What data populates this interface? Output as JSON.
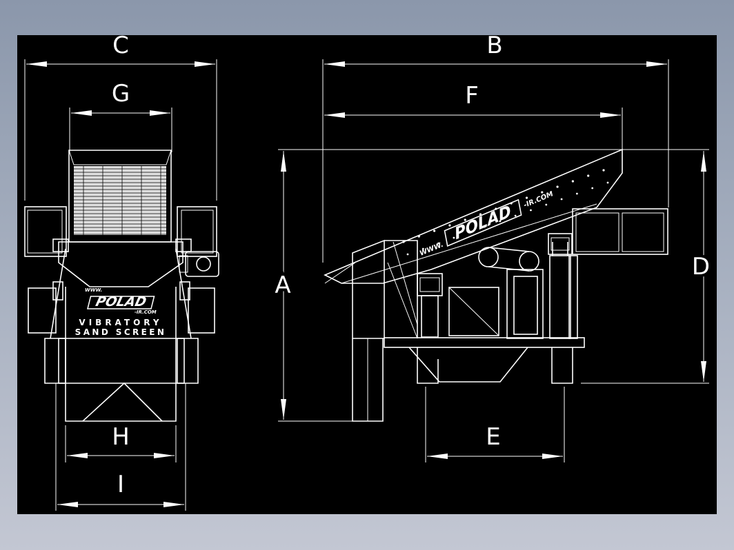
{
  "drawing": {
    "dimension_labels": {
      "C": "C",
      "G": "G",
      "H": "H",
      "I": "I",
      "B": "B",
      "F": "F",
      "A": "A",
      "D": "D",
      "E": "E"
    },
    "front_view": {
      "brand_prefix": "WWW.",
      "brand": "POLAD",
      "brand_suffix": "-IR.COM",
      "product_line_1": "VIBRATORY",
      "product_line_2": "SAND SCREEN"
    },
    "side_view": {
      "brand_prefix": "WWW.",
      "brand": "POLAD",
      "brand_suffix": "-IR.COM"
    }
  },
  "colors": {
    "background": "#000000",
    "line": "#ffffff",
    "window_gradient_top": "#8b97ab",
    "window_gradient_bottom": "#c3c7d3"
  }
}
